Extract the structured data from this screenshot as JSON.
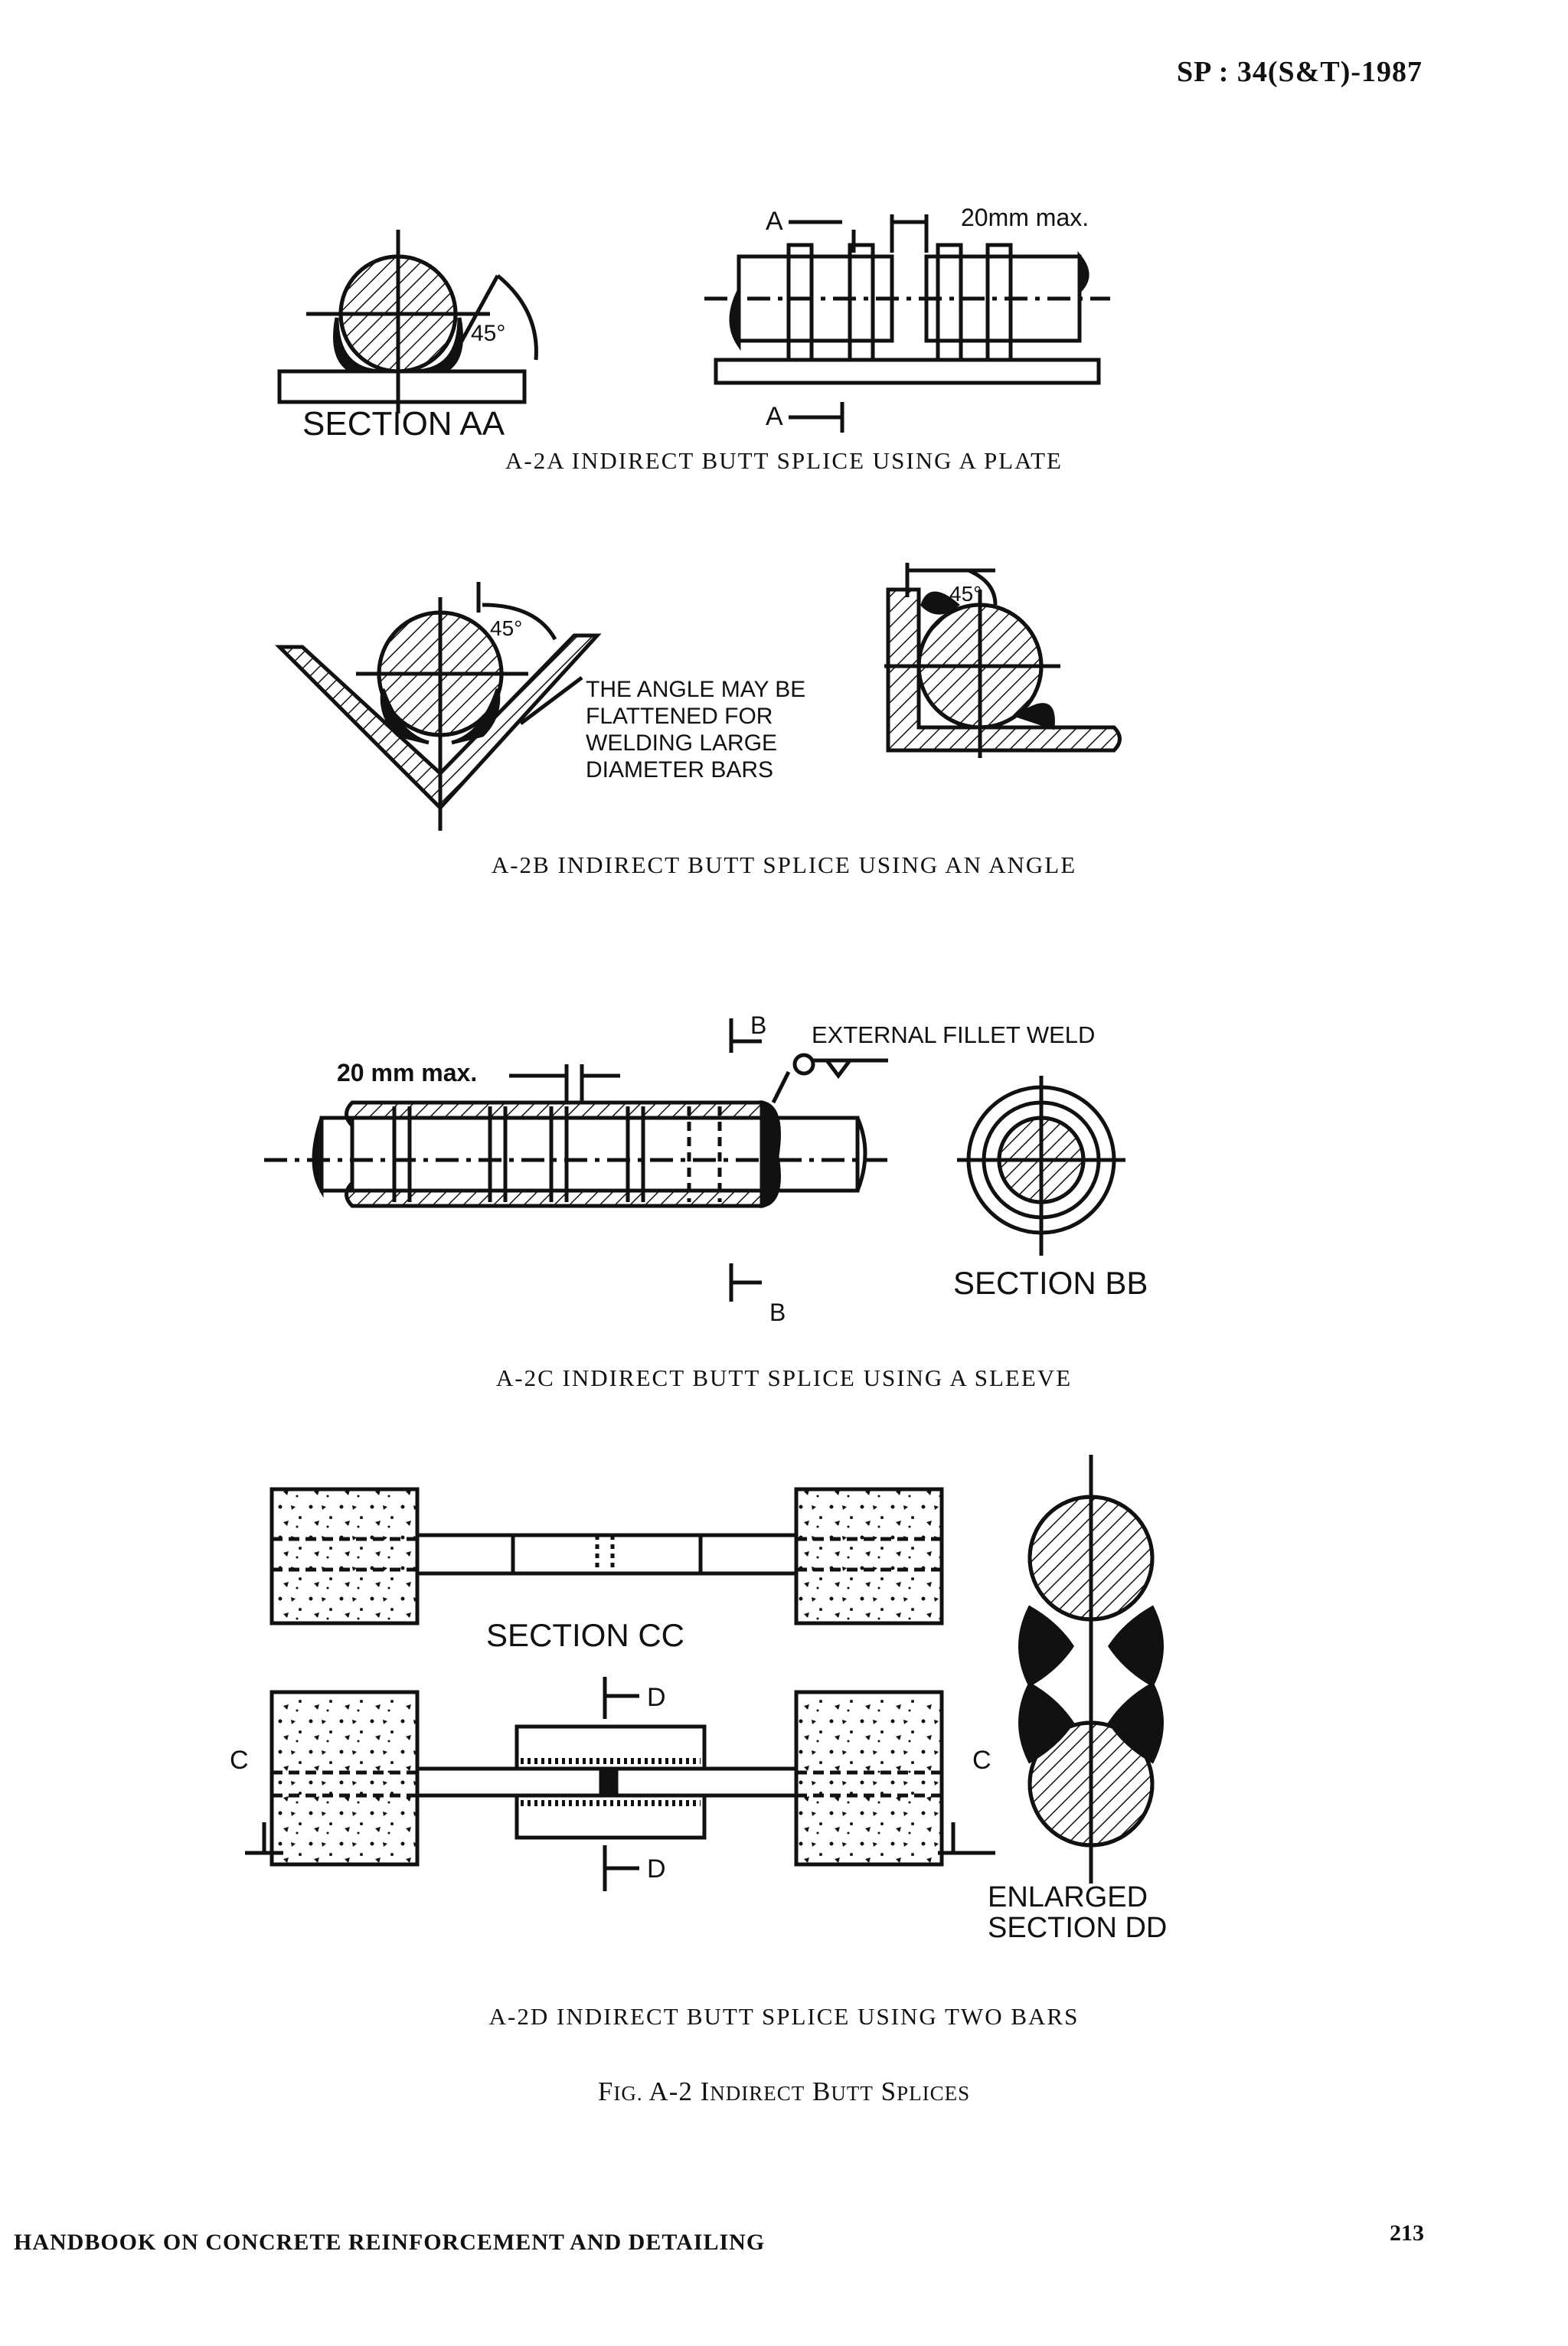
{
  "header": {
    "code": "SP : 34(S&T)-1987"
  },
  "figures": {
    "a2a": {
      "section_label": "SECTION AA",
      "angle": "45°",
      "cut_a": "A",
      "gap": "20mm max.",
      "caption": "A-2A INDIRECT BUTT SPLICE USING A PLATE"
    },
    "a2b": {
      "angle_left": "45°",
      "angle_right": "45°",
      "note": [
        "THE ANGLE MAY BE",
        "FLATTENED FOR",
        "WELDING LARGE",
        "DIAMETER BARS"
      ],
      "caption": "A-2B INDIRECT BUTT SPLICE USING AN ANGLE"
    },
    "a2c": {
      "gap": "20 mm max.",
      "cut_b": "B",
      "weld": "EXTERNAL FILLET WELD",
      "section_label": "SECTION BB",
      "caption": "A-2C INDIRECT BUTT SPLICE USING A SLEEVE"
    },
    "a2d": {
      "section_cc": "SECTION CC",
      "cut_d": "D",
      "cut_c": "C",
      "enlarged": [
        "ENLARGED",
        "SECTION DD"
      ],
      "caption": "A-2D INDIRECT BUTT SPLICE USING TWO BARS"
    }
  },
  "figure_title": {
    "prefix": "F",
    "prefix_small": "IG.",
    "number": "A-2",
    "w1_big": "I",
    "w1_small": "NDIRECT",
    "w2_big": "B",
    "w2_small": "UTT",
    "w3_big": "S",
    "w3_small": "PLICES"
  },
  "footer": {
    "title": "HANDBOOK ON CONCRETE REINFORCEMENT AND DETAILING",
    "page_number": "213"
  }
}
